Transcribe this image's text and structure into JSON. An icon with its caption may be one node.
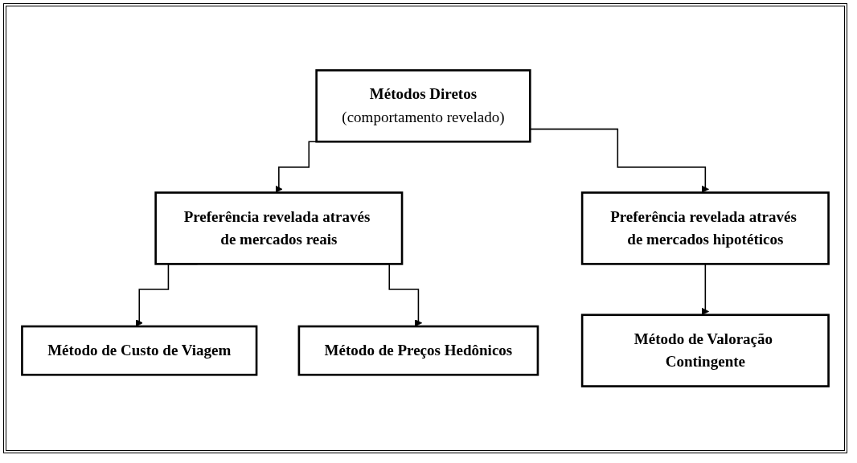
{
  "diagram": {
    "nodes": [
      {
        "text": [
          "Métodos Diretos",
          "(comportamento revelado)"
        ]
      },
      {
        "text": [
          "Preferência revelada através de mercados reais"
        ]
      },
      {
        "text": [
          "Preferência revelada através de mercados hipotéticos"
        ]
      },
      {
        "text": [
          "Método de Custo de Viagem"
        ]
      },
      {
        "text": [
          "Método de Preços Hedônicos"
        ]
      },
      {
        "text": [
          "Método de Valoração Contingente"
        ]
      }
    ],
    "edges": [
      {
        "from": 0,
        "to": 1,
        "arrow": "to"
      },
      {
        "from": 0,
        "to": 2,
        "arrow": "to"
      },
      {
        "from": 1,
        "to": 3,
        "arrow": "to"
      },
      {
        "from": 1,
        "to": 4,
        "arrow": "to"
      },
      {
        "from": 2,
        "to": 5,
        "arrow": "to"
      }
    ]
  }
}
